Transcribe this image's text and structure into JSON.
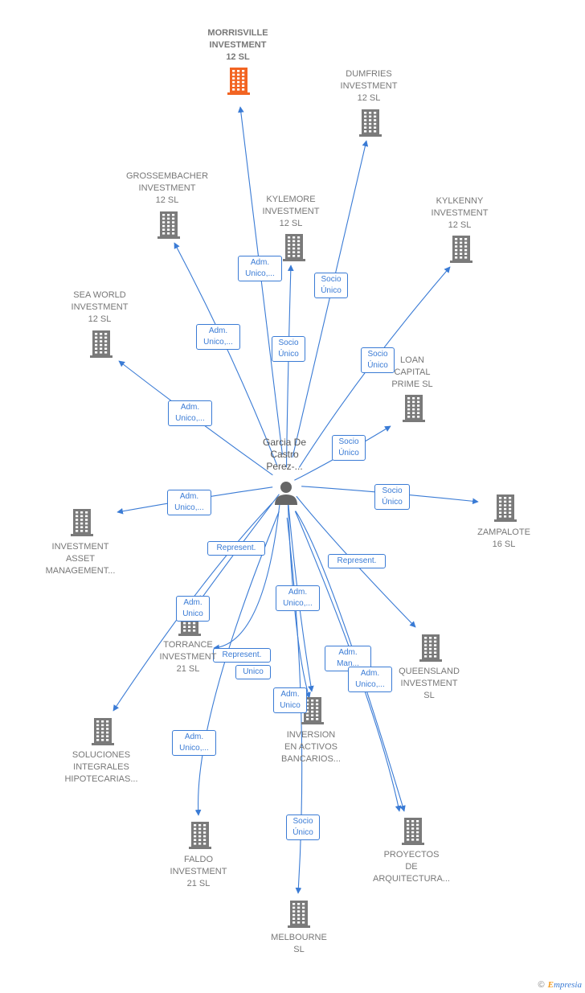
{
  "center": {
    "name": "Garcia De\nCastro\nPerez-...",
    "icon": "person-icon"
  },
  "colors": {
    "edge": "#3a7bd5",
    "building": "#7a7a7a",
    "focus_building": "#f26422",
    "person": "#666666"
  },
  "nodes": [
    {
      "id": "morrisville",
      "label": "MORRISVILLE\nINVESTMENT\n12  SL",
      "focus": true,
      "icon": "building-icon"
    },
    {
      "id": "dumfries",
      "label": "DUMFRIES\nINVESTMENT\n12  SL",
      "icon": "building-icon"
    },
    {
      "id": "grossembacher",
      "label": "GROSSEMBACHER\nINVESTMENT\n12  SL",
      "icon": "building-icon"
    },
    {
      "id": "kylemore",
      "label": "KYLEMORE\nINVESTMENT\n12  SL",
      "icon": "building-icon"
    },
    {
      "id": "kylkenny",
      "label": "KYLKENNY\nINVESTMENT\n12  SL",
      "icon": "building-icon"
    },
    {
      "id": "seaworld",
      "label": "SEA WORLD\nINVESTMENT\n12  SL",
      "icon": "building-icon"
    },
    {
      "id": "loan",
      "label": "LOAN\nCAPITAL\nPRIME  SL",
      "icon": "building-icon"
    },
    {
      "id": "iam",
      "label": "INVESTMENT\nASSET\nMANAGEMENT...",
      "icon": "building-icon"
    },
    {
      "id": "zampalote",
      "label": "ZAMPALOTE\n16  SL",
      "icon": "building-icon"
    },
    {
      "id": "torrance",
      "label": "TORRANCE\nINVESTMENT\n21  SL",
      "icon": "building-icon"
    },
    {
      "id": "queensland",
      "label": "QUEENSLAND\nINVESTMENT\nSL",
      "icon": "building-icon"
    },
    {
      "id": "soluciones",
      "label": "SOLUCIONES\nINTEGRALES\nHIPOTECARIAS...",
      "icon": "building-icon"
    },
    {
      "id": "inversion",
      "label": "INVERSION\nEN ACTIVOS\nBANCARIOS...",
      "icon": "building-icon"
    },
    {
      "id": "faldo",
      "label": "FALDO\nINVESTMENT\n21  SL",
      "icon": "building-icon"
    },
    {
      "id": "proyectos",
      "label": "PROYECTOS\nDE\nARQUITECTURA...",
      "icon": "building-icon"
    },
    {
      "id": "melbourne",
      "label": "MELBOURNE\nSL",
      "icon": "building-icon"
    }
  ],
  "edges": [
    {
      "to": "morrisville",
      "label": "Adm.\nUnico,..."
    },
    {
      "to": "dumfries",
      "label": "Socio\nÚnico"
    },
    {
      "to": "grossembacher",
      "label": "Adm.\nUnico,..."
    },
    {
      "to": "kylemore",
      "label": "Socio\nÚnico"
    },
    {
      "to": "kylkenny",
      "label": "Socio\nÚnico"
    },
    {
      "to": "seaworld",
      "label": "Adm.\nUnico,..."
    },
    {
      "to": "loan",
      "label": "Socio\nÚnico"
    },
    {
      "to": "iam",
      "label": "Adm.\nUnico,..."
    },
    {
      "to": "zampalote",
      "label": "Socio\nÚnico"
    },
    {
      "to": "torrance",
      "label": "Adm.\nUnico"
    },
    {
      "to": "soluciones",
      "label": "Represent."
    },
    {
      "to": "queensland",
      "label": "Represent."
    },
    {
      "to": "inversion",
      "label": "Adm.\nUnico,..."
    },
    {
      "to": "inversion",
      "label": "Adm.\nUnico"
    },
    {
      "to": "faldo",
      "label": "Represent.",
      "sub": "Unico"
    },
    {
      "to": "faldo",
      "label": "Adm.\nUnico,..."
    },
    {
      "to": "proyectos",
      "label": "Adm.\nMan..."
    },
    {
      "to": "proyectos",
      "label": "Adm.\nUnico,..."
    },
    {
      "to": "melbourne",
      "label": "Socio\nÚnico"
    }
  ],
  "brand": {
    "copyright": "©",
    "name": "mpresia",
    "initial": "E"
  }
}
